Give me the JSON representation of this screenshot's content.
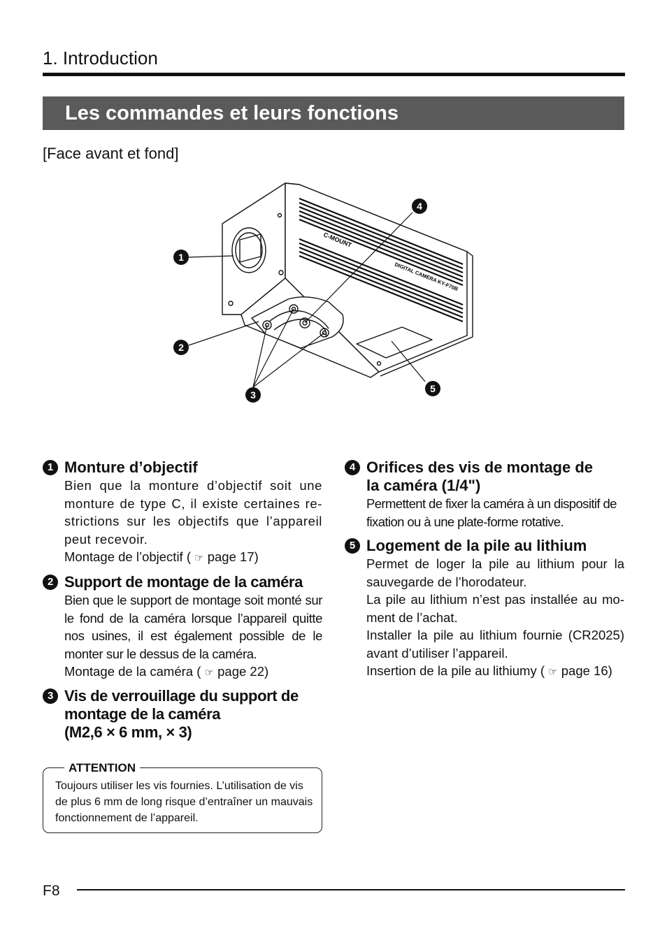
{
  "header": {
    "chapter": "1. Introduction",
    "banner": "Les commandes et leurs fonctions"
  },
  "figure": {
    "caption": "[Face avant et fond]",
    "callouts": [
      "1",
      "2",
      "3",
      "4",
      "5"
    ],
    "labels": {
      "mount": "C-MOUNT",
      "model": "DIGITAL CAMERA KY-F70B"
    }
  },
  "items": [
    {
      "num": "1",
      "title": "Monture d’objectif",
      "text": "Bien que la monture d’objectif soit une monture de type C, il existe certaines re-strictions sur les objectifs que l’appareil peut recevoir.",
      "ref_prefix": "Montage de l’objectif (",
      "ref_suffix": "page 17)"
    },
    {
      "num": "2",
      "title": "Support de montage de la caméra",
      "text": "Bien que le support de montage soit monté sur le fond de la caméra lorsque l’appareil quitte nos usines, il est également possible de le monter sur le dessus de la caméra.",
      "ref_prefix": "Montage de la caméra (",
      "ref_suffix": "page 22)"
    },
    {
      "num": "3",
      "title_line1": "Vis de verrouillage du support de",
      "title_line2": "montage de la caméra",
      "title_line3": "(M2,6 × 6 mm, × 3)"
    },
    {
      "num": "4",
      "title_line1": "Orifices des vis de montage de",
      "title_line2": "la caméra (1/4\")",
      "text": "Permettent de fixer la caméra à un dispositif de fixation ou à une plate-forme rotative."
    },
    {
      "num": "5",
      "title": "Logement de la pile au lithium",
      "p1": "Permet de loger la pile au lithium pour la sauvegarde de l’horodateur.",
      "p2": "La pile au lithium n’est pas installée au mo-ment de l’achat.",
      "p3": "Installer la pile au lithium fournie (CR2025) avant d’utiliser l’appareil.",
      "ref_prefix": "Insertion de la pile au lithiumy (",
      "ref_suffix": "page 16)"
    }
  ],
  "attention": {
    "label": "ATTENTION",
    "text": "Toujours utiliser les vis fournies. L’utilisation de vis de plus 6 mm de long risque d’entraîner un mauvais fonctionnement de l’appareil."
  },
  "footer": {
    "page": "F8"
  },
  "icons": {
    "reference": "pointing-hand-icon"
  }
}
